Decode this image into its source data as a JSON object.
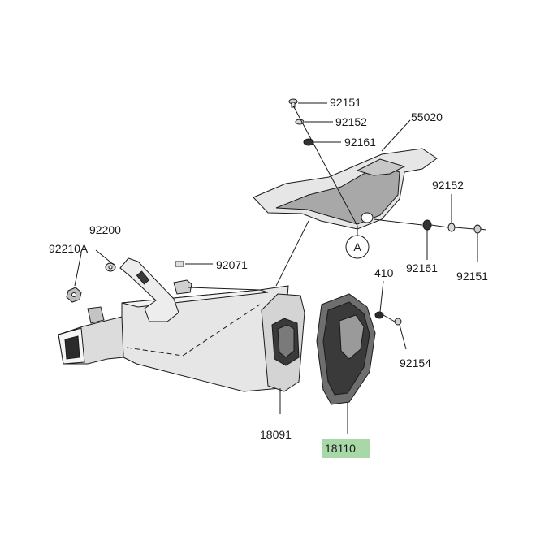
{
  "colors": {
    "highlight": "#a8d8a8",
    "line": "#1a1a1a",
    "part_light": "#e6e6e6",
    "part_mid": "#a0a0a0",
    "part_dark": "#2b2b2b"
  },
  "callout_marker": "A",
  "part_numbers": {
    "bolt_top": "92151",
    "washer_top": "92152",
    "grommet_top": "92161",
    "heat_guard": "55020",
    "washer_right": "92152",
    "grommet_right": "92161",
    "bolt_right": "92151",
    "bracket": "92200",
    "nut": "92210A",
    "clip": "92071",
    "damper": "410",
    "bolt_cover": "92154",
    "muffler": "18091",
    "muffler_cover": "18110"
  },
  "highlighted_part": "18110"
}
